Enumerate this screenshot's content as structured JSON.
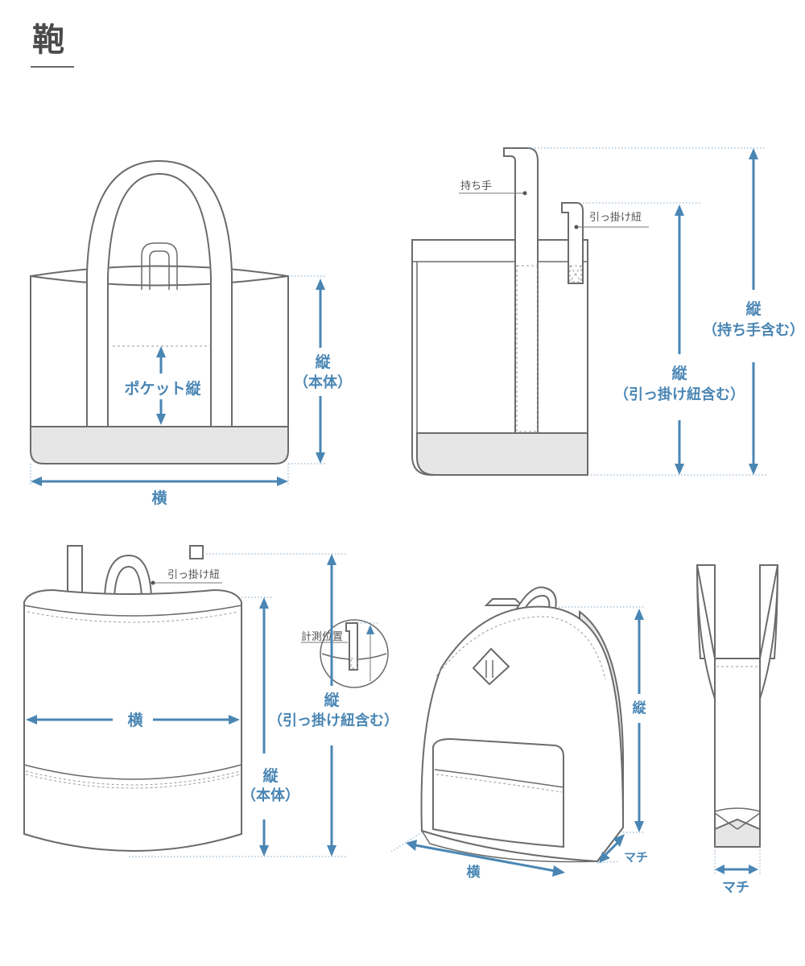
{
  "page": {
    "title": "鞄"
  },
  "labels": {
    "yoko": "横",
    "tate": "縦",
    "tate_honntai": "（本体）",
    "pocket_tate": "ポケット縦",
    "tate_mochite": "（持ち手含む）",
    "tate_hikkake": "（引っ掛け紐含む）",
    "mochite": "持ち手",
    "hikkake_himo": "引っ掛け紐",
    "keisoku_ichi": "計測位置",
    "machi": "マチ"
  },
  "colors": {
    "dimension": "#4a86b4",
    "outline": "#6b6b6b",
    "bottom_panel": "#e6e6e6"
  }
}
